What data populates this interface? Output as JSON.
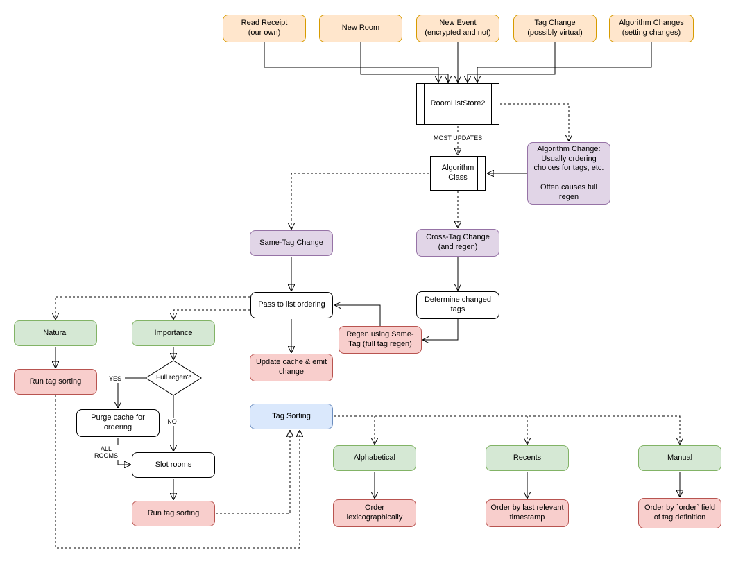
{
  "diagram": {
    "nodes": {
      "read_receipt": {
        "label": "Read Receipt\n(our own)"
      },
      "new_room": {
        "label": "New Room"
      },
      "new_event": {
        "label": "New Event\n(encrypted and not)"
      },
      "tag_change": {
        "label": "Tag Change\n(possibly virtual)"
      },
      "algorithm_changes": {
        "label": "Algorithm Changes\n(setting changes)"
      },
      "room_list_store": {
        "label": "RoomListStore2"
      },
      "algorithm_class": {
        "label": "Algorithm\nClass"
      },
      "algorithm_change_note": {
        "label": "Algorithm Change:\nUsually ordering\nchoices for tags, etc.\n\nOften causes full\nregen"
      },
      "same_tag_change": {
        "label": "Same-Tag Change"
      },
      "cross_tag_change": {
        "label": "Cross-Tag Change\n(and regen)"
      },
      "pass_to_list_ordering": {
        "label": "Pass to list ordering"
      },
      "determine_changed_tags": {
        "label": "Determine changed\ntags"
      },
      "regen_using_same_tag": {
        "label": "Regen using Same-\nTag (full tag regen)"
      },
      "natural": {
        "label": "Natural"
      },
      "importance": {
        "label": "Importance"
      },
      "run_tag_sorting_left": {
        "label": "Run tag sorting"
      },
      "full_regen": {
        "label": "Full regen?"
      },
      "purge_cache": {
        "label": "Purge cache for\nordering"
      },
      "slot_rooms": {
        "label": "Slot rooms"
      },
      "update_cache": {
        "label": "Update cache & emit\nchange"
      },
      "tag_sorting": {
        "label": "Tag Sorting"
      },
      "run_tag_sorting_bottom": {
        "label": "Run tag sorting"
      },
      "alphabetical": {
        "label": "Alphabetical"
      },
      "recents": {
        "label": "Recents"
      },
      "manual": {
        "label": "Manual"
      },
      "order_lexicographically": {
        "label": "Order\nlexicographically"
      },
      "order_by_timestamp": {
        "label": "Order by last relevant\ntimestamp"
      },
      "order_by_field": {
        "label": "Order by `order` field\nof tag definition"
      }
    },
    "edge_labels": {
      "most_updates": "MOST UPDATES",
      "yes": "YES",
      "no": "NO",
      "all_rooms": "ALL\nROOMS"
    },
    "colors": {
      "orange_fill": "#ffe6cc",
      "orange_stroke": "#d79b00",
      "purple_fill": "#e1d5e7",
      "purple_stroke": "#9673a6",
      "green_fill": "#d5e8d4",
      "green_stroke": "#82b366",
      "red_fill": "#f8cecc",
      "red_stroke": "#b85450",
      "blue_fill": "#dae8fc",
      "blue_stroke": "#6c8ebf"
    }
  }
}
